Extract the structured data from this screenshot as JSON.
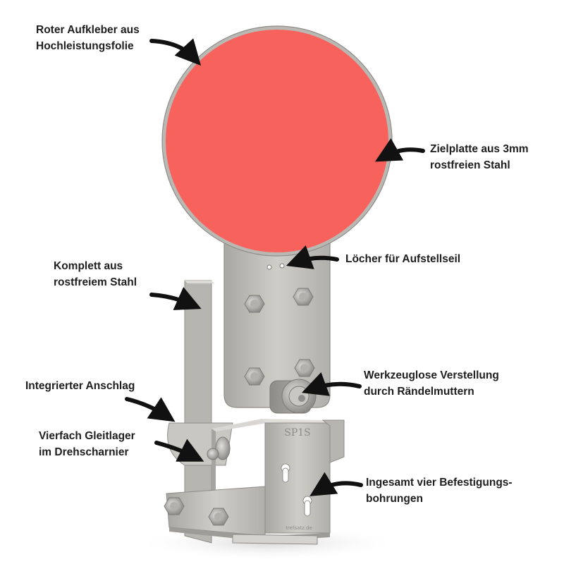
{
  "labels": {
    "roter_aufkleber": {
      "line1": "Roter Aufkleber aus",
      "line2": "Hochleistungsfolie"
    },
    "zielplatte": {
      "line1": "Zielplatte aus 3mm",
      "line2": "rostfreien Stahl"
    },
    "loecher": {
      "line1": "Löcher für Aufstellseil"
    },
    "komplett": {
      "line1": "Komplett aus",
      "line2": "rostfreiem Stahl"
    },
    "verstellung": {
      "line1": "Werkzeuglose Verstellung",
      "line2": "durch Rändelmuttern"
    },
    "anschlag": {
      "line1": "Integrierter Anschlag"
    },
    "gleitlager": {
      "line1": "Vierfach Gleitlager",
      "line2": "im Drehscharnier"
    },
    "bohrungen": {
      "line1": "Ingesamt vier Befestigungs-",
      "line2": "bohrungen"
    }
  },
  "engraving": {
    "model": "SP1S",
    "maker": "trefsatz.de"
  },
  "colors": {
    "target_red": "#f8625c",
    "steel": "#c4c2bd",
    "steel_dark": "#8f8d89",
    "arrow": "#111111",
    "text": "#1e1e1e"
  }
}
